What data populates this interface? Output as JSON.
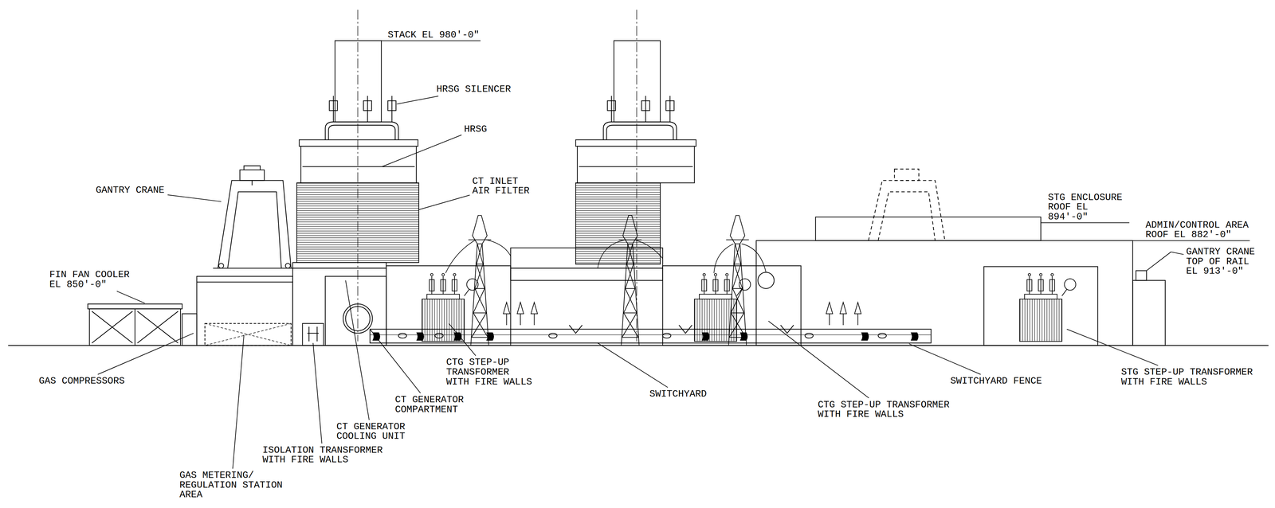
{
  "diagram": {
    "labels": [
      "STACK EL 980'-0\"",
      "HRSG SILENCER",
      "HRSG",
      "CT INLET AIR FILTER",
      "GANTRY CRANE",
      "STG ENCLOSURE ROOF EL 894'-0\"",
      "ADMIN/CONTROL AREA ROOF EL 882'-0\"",
      "GANTRY CRANE TOP OF RAIL EL 913'-0\"",
      "FIN FAN COOLER EL 850'-0\"",
      "GAS COMPRESSORS",
      "CTG STEP-UP TRANSFORMER WITH FIRE WALLS",
      "SWITCHYARD",
      "CTG STEP-UP TRANSFORMER WITH FIRE WALLS",
      "SWITCHYARD FENCE",
      "STG STEP-UP TRANSFORMER WITH FIRE WALLS",
      "CT GENERATOR COMPARTMENT",
      "CT GENERATOR COOLING UNIT",
      "ISOLATION TRANSFORMER WITH FIRE WALLS",
      "GAS METERING/ REGULATION STATION AREA"
    ]
  }
}
